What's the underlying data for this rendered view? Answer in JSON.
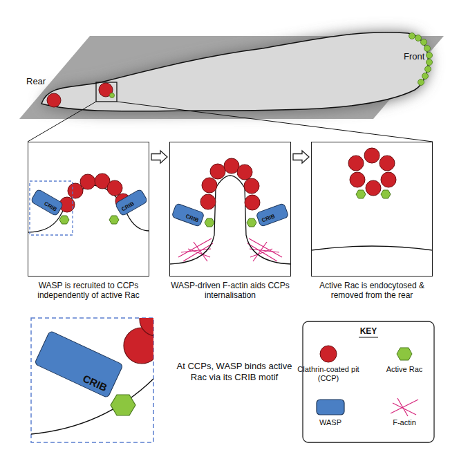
{
  "diagram": {
    "nodes": [
      {
        "text": [
          "WASP is recruited to CCPs independently of active Rac"
        ]
      },
      {
        "text": [
          "CRIB"
        ],
        "in": 0
      },
      {
        "text": [
          "CRIB"
        ],
        "in": 0
      },
      {
        "text": [
          "WASP-driven F-actin aids CCPs internalisation"
        ]
      },
      {
        "text": [
          "CRIB"
        ],
        "in": 3
      },
      {
        "text": [
          "CRIB"
        ],
        "in": 3
      },
      {
        "text": [
          "Active Rac is endocytosed & removed from the rear"
        ]
      },
      {
        "text": [
          "CRIB"
        ]
      }
    ],
    "edges": [
      {
        "from": 0,
        "to": 3,
        "arrow": "to"
      },
      {
        "from": 3,
        "to": 6,
        "arrow": "to"
      }
    ],
    "labels": [
      "Front",
      "Rear",
      "At CCPs, WASP binds active Rac via its CRIB motif",
      "KEY"
    ],
    "legend": [
      {
        "text": "Clathrin-coated pit (CCP)"
      },
      {
        "text": "Active Rac"
      },
      {
        "text": "WASP"
      },
      {
        "text": "F-actin"
      }
    ]
  }
}
